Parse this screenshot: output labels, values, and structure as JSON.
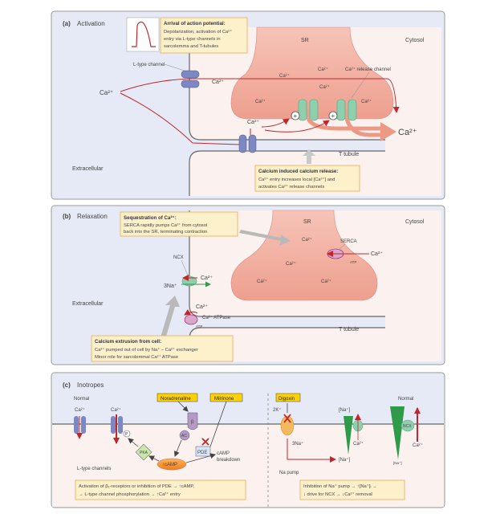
{
  "panel_a": {
    "label": "(a)",
    "title": "Activation",
    "sr": "SR",
    "cytosol": "Cytosol",
    "extracellular": "Extracellular",
    "t_tubule": "T tubule",
    "l_type_channel": "L-type channel",
    "ca_release_channel": "Ca²⁺ release channel",
    "ca_in_sr": [
      "Ca²⁺",
      "Ca²⁺",
      "Ca²⁺",
      "Ca²⁺",
      "Ca²⁺"
    ],
    "ca_extracellular": "Ca²⁺",
    "ca_entry_top": "Ca²⁺",
    "ca_entry_bottom": "Ca²⁺",
    "ca_big": "Ca²⁺",
    "plus": "+",
    "arrival_box": {
      "title": "Arrival of action potential:",
      "lines": [
        "Depolarization, activation of Ca²⁺",
        "entry via L-type channels in",
        "sarcolemma and T-tubules"
      ]
    },
    "cicr_box": {
      "title": "Calcium induced calcium release:",
      "lines": [
        "Ca²⁺ entry increases local [Ca²⁺] and",
        "activates Ca²⁺ release channels"
      ]
    }
  },
  "panel_b": {
    "label": "(b)",
    "title": "Relaxation",
    "sr": "SR",
    "cytosol": "Cytosol",
    "extracellular": "Extracellular",
    "t_tubule": "T tubule",
    "serca": "SERCA",
    "atp": "ATP",
    "ncx": "NCX",
    "na3": "3Na⁺",
    "ca": "Ca²⁺",
    "ca_atpase": "Ca²⁺ ATPase",
    "ca_in_sr": [
      "Ca²⁺",
      "Ca²⁺",
      "Ca²⁺",
      "Ca²⁺"
    ],
    "sequestration_box": {
      "title": "Sequestration of Ca²⁺:",
      "lines": [
        "SERCA rapidly pumps Ca²⁺ from cytosol",
        "back into the SR, terminating contraction"
      ]
    },
    "extrusion_box": {
      "title": "Calcium extrusion from cell:",
      "lines": [
        "Ca²⁺ pumped out of cell by Na⁺ – Ca²⁺ exchanger",
        "Minor role for sarcolemmal Ca²⁺ ATPase"
      ]
    }
  },
  "panel_c": {
    "label": "(c)",
    "title": "Inotropes",
    "normal_left": "Normal",
    "normal_right": "Normal",
    "noradrenaline": "Noradrenaline",
    "milrinone": "Milrinone",
    "digoxin": "Digoxin",
    "beta": "β",
    "ac": "AC",
    "pde": "PDE",
    "pka": "PKA",
    "camp": "↑cAMP",
    "camp_breakdown": [
      "cAMP",
      "breakdown"
    ],
    "p": "P",
    "ca": "Ca²⁺",
    "l_type_channels": "L-type channels",
    "k2": "2K⁺",
    "na3": "3Na⁺",
    "na_pump": "Na pump",
    "na_conc": "[Na⁺]",
    "ncx": "NCX",
    "left_note": [
      "Activation of β₁-receptors or inhibition of PDE → ↑cAMP,",
      "→ L-type channel phosphorylation → ↑Ca²⁺ entry"
    ],
    "right_note": [
      "Inhibition of Na⁺ pump → ↑[Na⁺]ᵢ →",
      "↓ drive for NCX → ↓Ca²⁺ removal"
    ]
  },
  "colors": {
    "panel_bg_blue": "#e6eaf6",
    "cytosol_bg": "#fbf2ef",
    "sr_pink": "#f2b7aa",
    "note_yellow": "#fdf1cc",
    "note_border": "#f0a850",
    "arrow_red": "#c0272d",
    "channel_blue": "#7b88c4",
    "release_green": "#8fcfae"
  }
}
